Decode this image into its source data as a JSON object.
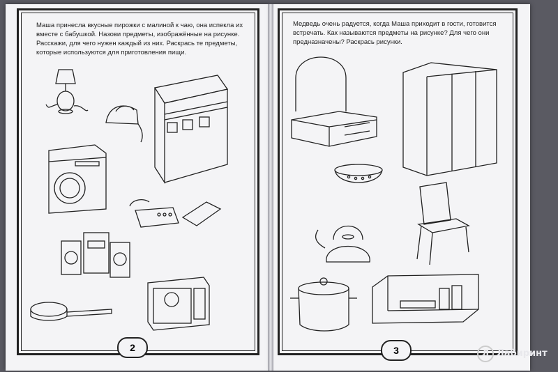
{
  "left_page": {
    "text": "Маша принесла вкусные пирожки с малиной к чаю, она испекла их вместе с бабушкой. Назови предметы, изображённые на рисунке. Расскажи, для чего нужен каждый из них. Раскрась те предметы, которые используются для приготовления пищи.",
    "page_number": "2"
  },
  "right_page": {
    "text": "Медведь очень радуется, когда Маша приходит в гости, готовится встречать. Как называются предметы на рисунке? Для чего они предназначены? Раскрась рисунки.",
    "page_number": "3"
  },
  "logo": {
    "text": "Лабиринт"
  }
}
